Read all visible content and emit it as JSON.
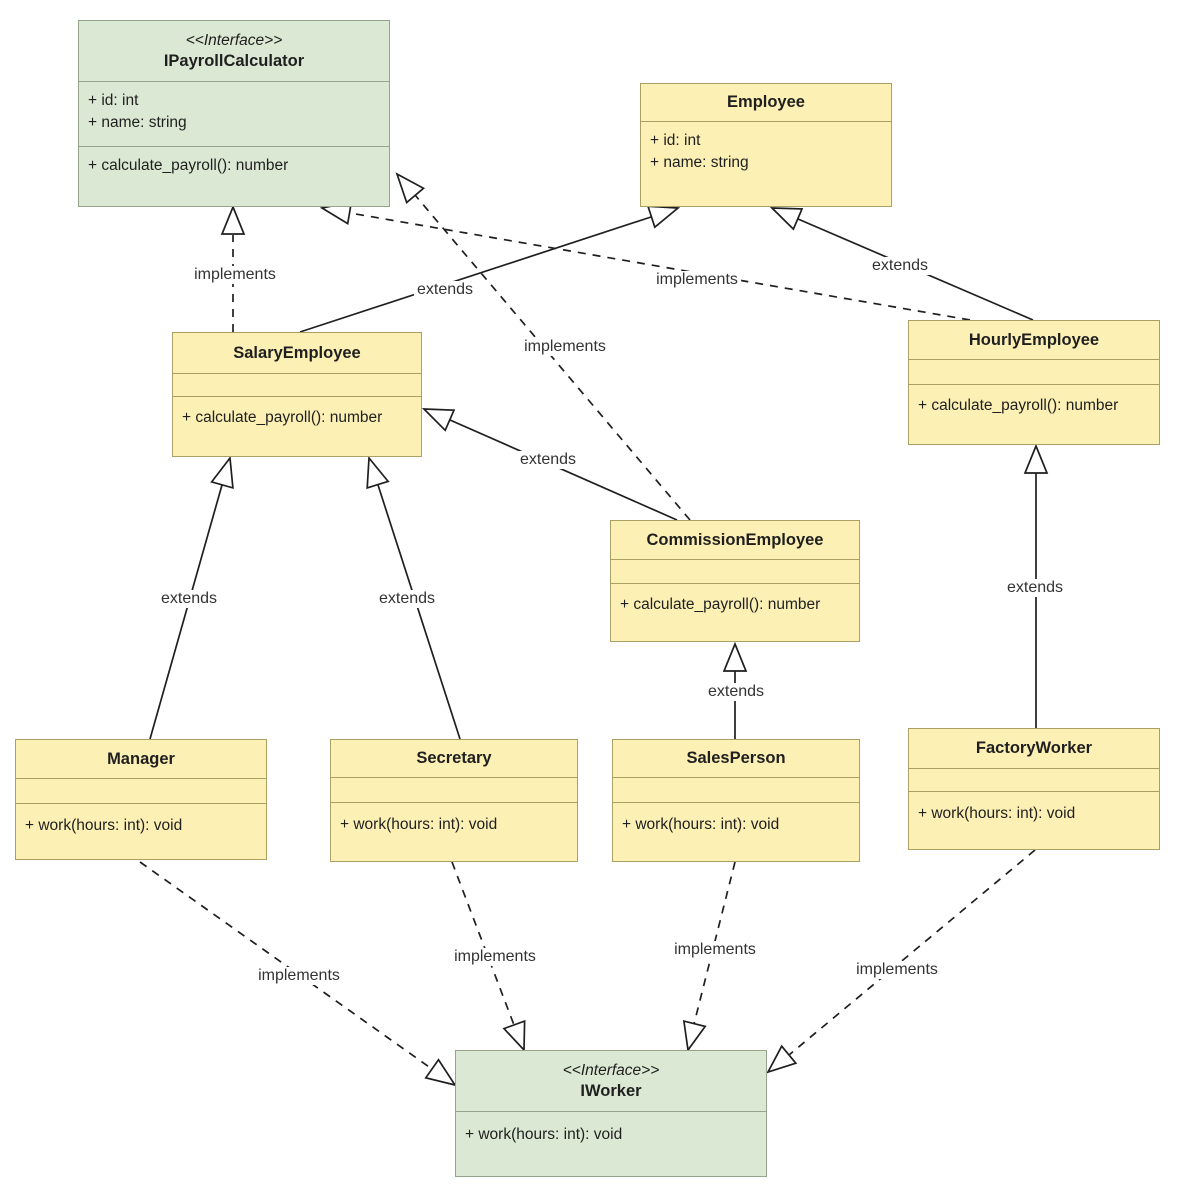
{
  "colors": {
    "interface_fill": "#dbe9d4",
    "interface_border": "#94a58b",
    "class_fill": "#fcf0b5",
    "class_border": "#a9a065",
    "edge_line": "#1f1f1f",
    "canvas_background": "#ffffff"
  },
  "classes": {
    "ipayroll": {
      "stereotype": "<<Interface>>",
      "name": "IPayrollCalculator",
      "attributes": [
        "+ id: int",
        "+ name: string"
      ],
      "methods": [
        "+ calculate_payroll(): number"
      ]
    },
    "employee": {
      "name": "Employee",
      "attributes": [
        "+ id: int",
        "+ name: string"
      ],
      "methods": []
    },
    "salary": {
      "name": "SalaryEmployee",
      "attributes": [],
      "methods": [
        "+ calculate_payroll(): number"
      ]
    },
    "hourly": {
      "name": "HourlyEmployee",
      "attributes": [],
      "methods": [
        "+ calculate_payroll(): number"
      ]
    },
    "commission": {
      "name": "CommissionEmployee",
      "attributes": [],
      "methods": [
        "+ calculate_payroll(): number"
      ]
    },
    "manager": {
      "name": "Manager",
      "attributes": [],
      "methods": [
        "+ work(hours: int): void"
      ]
    },
    "secretary": {
      "name": "Secretary",
      "attributes": [],
      "methods": [
        "+ work(hours: int): void"
      ]
    },
    "salesperson": {
      "name": "SalesPerson",
      "attributes": [],
      "methods": [
        "+ work(hours: int): void"
      ]
    },
    "factoryworker": {
      "name": "FactoryWorker",
      "attributes": [],
      "methods": [
        "+ work(hours: int): void"
      ]
    },
    "iworker": {
      "stereotype": "<<Interface>>",
      "name": "IWorker",
      "attributes": [],
      "methods": [
        "+ work(hours: int): void"
      ]
    }
  },
  "edges": {
    "salary_implements_ipayroll": {
      "label": "implements",
      "type": "implements",
      "from": "SalaryEmployee",
      "to": "IPayrollCalculator"
    },
    "salary_extends_employee": {
      "label": "extends",
      "type": "extends",
      "from": "SalaryEmployee",
      "to": "Employee"
    },
    "hourly_extends_employee": {
      "label": "extends",
      "type": "extends",
      "from": "HourlyEmployee",
      "to": "Employee"
    },
    "hourly_implements_ipayroll": {
      "label": "implements",
      "type": "implements",
      "from": "HourlyEmployee",
      "to": "IPayrollCalculator"
    },
    "commission_implements_ipayroll": {
      "label": "implements",
      "type": "implements",
      "from": "CommissionEmployee",
      "to": "IPayrollCalculator"
    },
    "commission_extends_salary": {
      "label": "extends",
      "type": "extends",
      "from": "CommissionEmployee",
      "to": "SalaryEmployee"
    },
    "manager_extends_salary": {
      "label": "extends",
      "type": "extends",
      "from": "Manager",
      "to": "SalaryEmployee"
    },
    "secretary_extends_salary": {
      "label": "extends",
      "type": "extends",
      "from": "Secretary",
      "to": "SalaryEmployee"
    },
    "salesperson_extends_commission": {
      "label": "extends",
      "type": "extends",
      "from": "SalesPerson",
      "to": "CommissionEmployee"
    },
    "factoryworker_extends_hourly": {
      "label": "extends",
      "type": "extends",
      "from": "FactoryWorker",
      "to": "HourlyEmployee"
    },
    "manager_implements_iworker": {
      "label": "implements",
      "type": "implements",
      "from": "Manager",
      "to": "IWorker"
    },
    "secretary_implements_iworker": {
      "label": "implements",
      "type": "implements",
      "from": "Secretary",
      "to": "IWorker"
    },
    "salesperson_implements_iworker": {
      "label": "implements",
      "type": "implements",
      "from": "SalesPerson",
      "to": "IWorker"
    },
    "factoryworker_implements_iworker": {
      "label": "implements",
      "type": "implements",
      "from": "FactoryWorker",
      "to": "IWorker"
    }
  }
}
